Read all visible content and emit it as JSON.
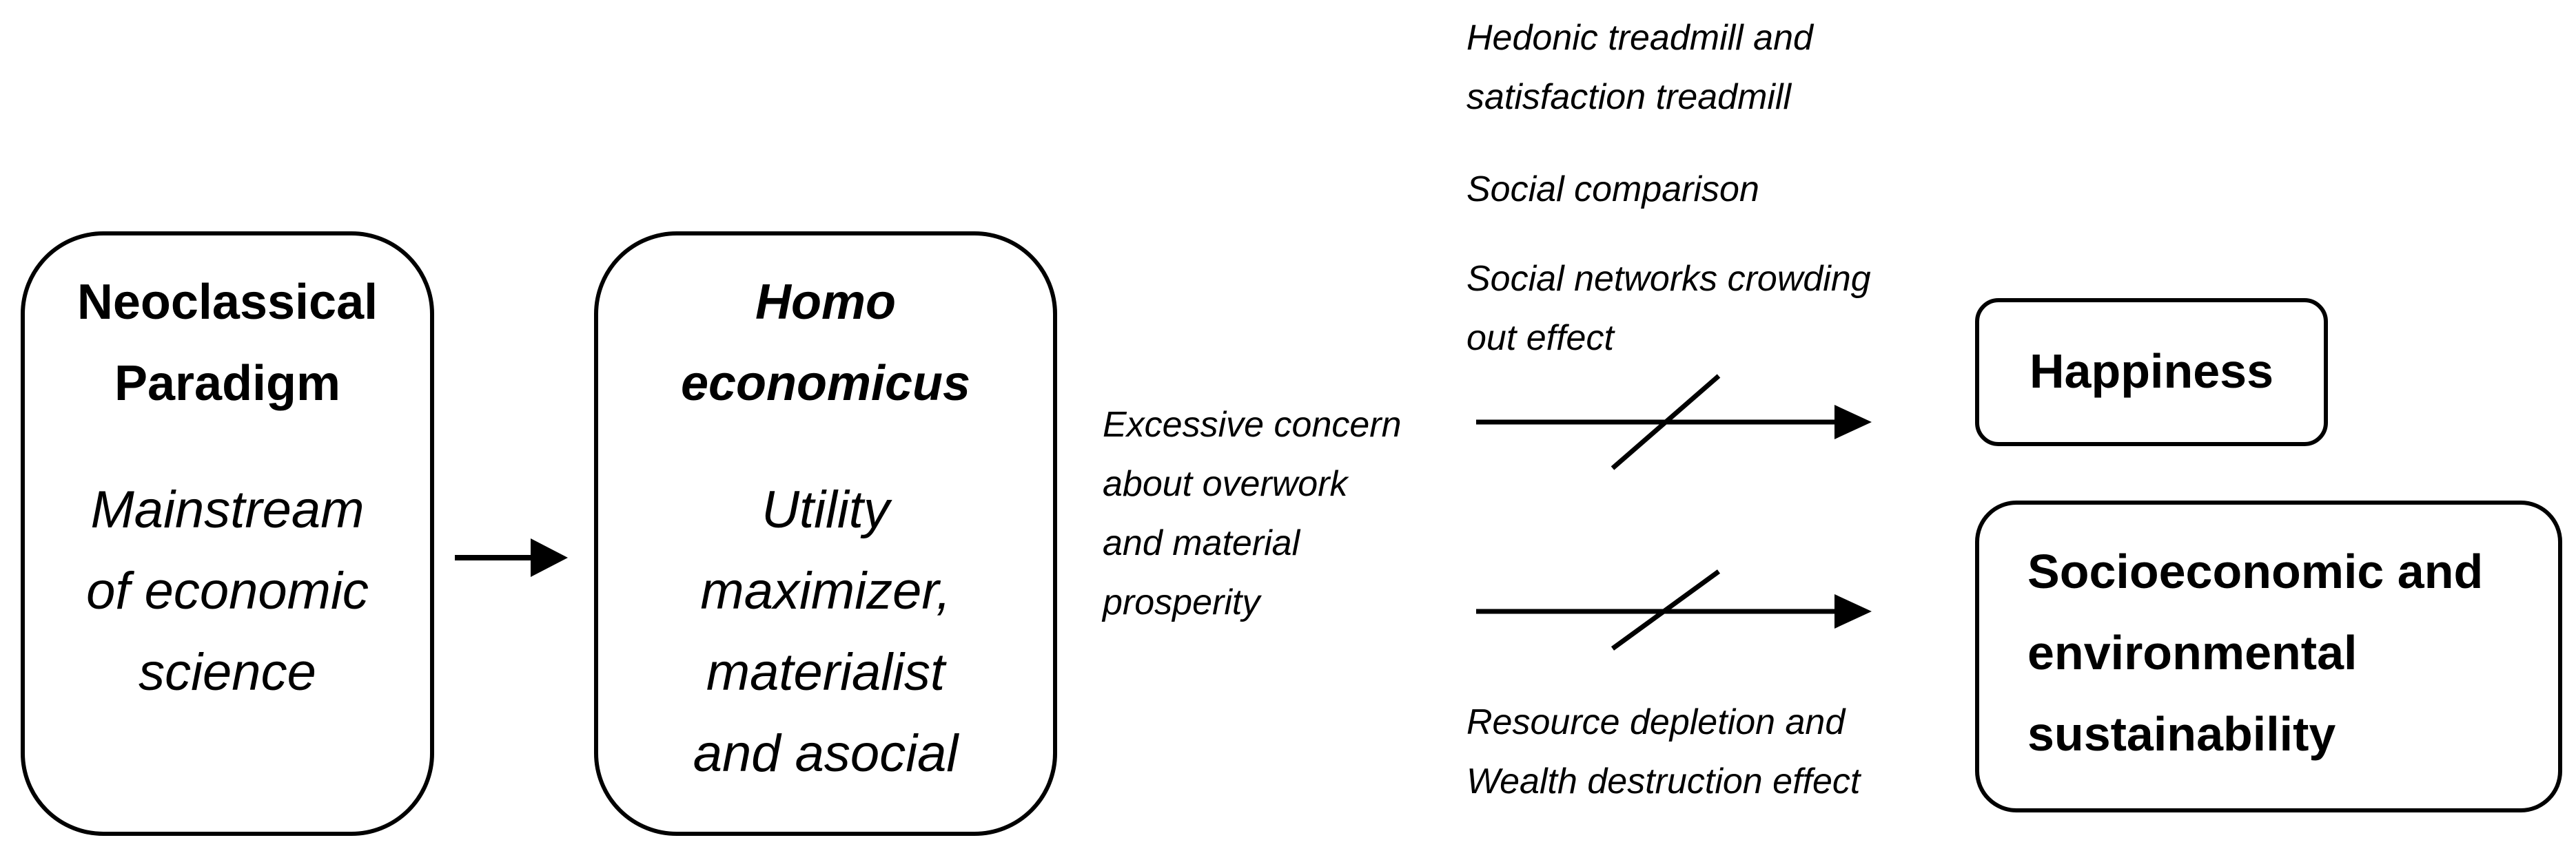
{
  "neoclassical": {
    "title": "Neoclassical\nParadigm",
    "subtitle": "Mainstream\nof economic\nscience"
  },
  "homo": {
    "title": "Homo\neconomicus",
    "subtitle": "Utility\nmaximizer,\nmaterialist\nand asocial"
  },
  "notes": {
    "excessive": "Excessive concern\nabout overwork\nand material\nprosperity",
    "hedonic": "Hedonic treadmill and\nsatisfaction treadmill",
    "comparison": "Social comparison",
    "crowding": "Social networks crowding\nout effect",
    "resource": "Resource depletion and\nWealth destruction effect"
  },
  "outcomes": {
    "happiness": "Happiness",
    "sustainability": "Socioeconomic and\nenvironmental\nsustainability"
  }
}
